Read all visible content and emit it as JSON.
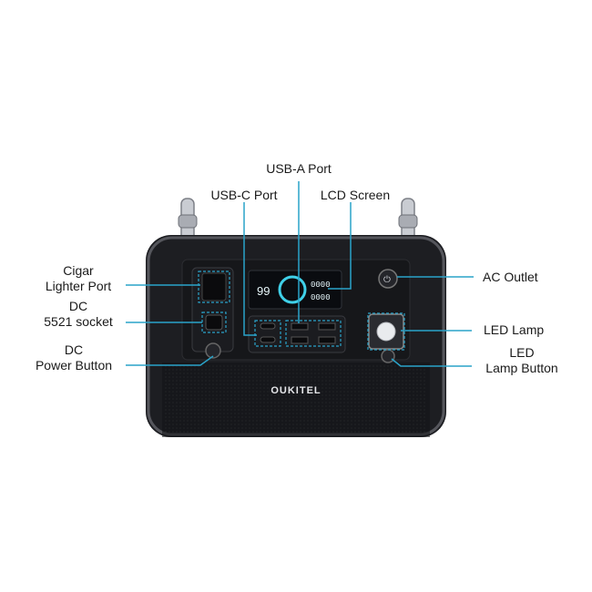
{
  "brand": "OUKITEL",
  "lcd": {
    "percent": "99",
    "digits_top": "0000",
    "digits_bottom": "0000"
  },
  "callouts": {
    "usb_a": "USB-A Port",
    "usb_c": "USB-C Port",
    "lcd": "LCD Screen",
    "cigar_1": "Cigar",
    "cigar_2": "Lighter Port",
    "dc5521_1": "DC",
    "dc5521_2": "5521 socket",
    "dc_btn_1": "DC",
    "dc_btn_2": "Power Button",
    "ac_outlet": "AC Outlet",
    "led_lamp": "LED Lamp",
    "led_btn_1": "LED",
    "led_btn_2": "Lamp Button"
  },
  "colors": {
    "callout_line": "#2aa3c9",
    "body": "#1d1e22",
    "frame": "#55565c",
    "lcd_accent": "#3fd0e8"
  }
}
